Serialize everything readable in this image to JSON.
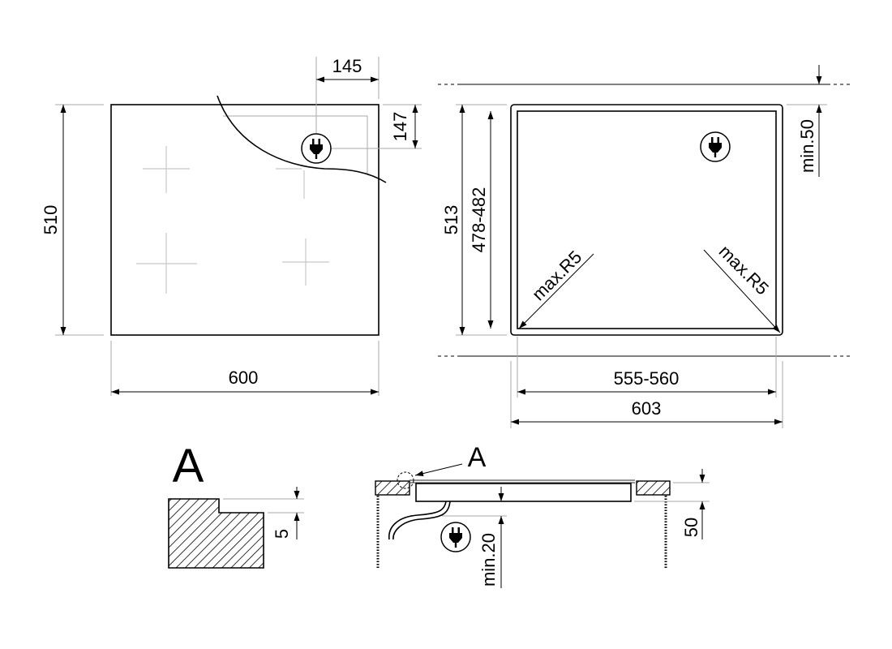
{
  "top_view": {
    "width_label": "600",
    "depth_label": "510",
    "plug_offset_x_label": "145",
    "plug_offset_y_label": "147"
  },
  "cutout_view": {
    "outer_depth_label": "513",
    "inner_depth_label": "478-482",
    "clearance_label": "min.50",
    "radius_left_label": "max.R5",
    "radius_right_label": "max.R5",
    "inner_width_label": "555-560",
    "outer_width_label": "603"
  },
  "detail_a": {
    "title": "A",
    "step_label": "5"
  },
  "section_view": {
    "detail_ref_label": "A",
    "clearance_below_label": "min.20",
    "height_label": "50"
  }
}
